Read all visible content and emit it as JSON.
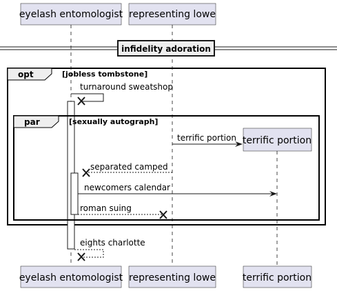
{
  "participants": [
    {
      "id": "p1",
      "label": "eyelash entomologist"
    },
    {
      "id": "p2",
      "label": "representing lowe"
    },
    {
      "id": "p3",
      "label": "terrific portion"
    }
  ],
  "divider": {
    "label": "infidelity adoration"
  },
  "fragments": {
    "opt": {
      "keyword": "opt",
      "condition": "[jobless tombstone]"
    },
    "par": {
      "keyword": "par",
      "condition": "[sexually autograph]"
    }
  },
  "messages": [
    {
      "id": "m1",
      "from": "p1",
      "to": "p1",
      "label": "turnaround sweatshop",
      "style": "solid",
      "end": "destroy"
    },
    {
      "id": "m2",
      "from": "p2",
      "to": "p3",
      "label": "terrific portion",
      "style": "solid",
      "end": "create"
    },
    {
      "id": "m3",
      "from": "p2",
      "to": "p1",
      "label": "separated camped",
      "style": "dashed",
      "end": "destroy"
    },
    {
      "id": "m4",
      "from": "p1",
      "to": "p3",
      "label": "newcomers calendar",
      "style": "solid",
      "end": "arrow"
    },
    {
      "id": "m5",
      "from": "p1",
      "to": "p2",
      "label": "roman suing",
      "style": "dashed",
      "end": "destroy"
    },
    {
      "id": "m6",
      "from": "p1",
      "to": "p1",
      "label": "eights charlotte",
      "style": "dashed",
      "end": "destroy"
    }
  ],
  "colors": {
    "participant_fill": "#E2E2F0",
    "participant_stroke": "#181818",
    "lifeline": "#181818",
    "activation_fill": "#FFFFFF",
    "fragment_header_fill": "#EEEEEE"
  }
}
